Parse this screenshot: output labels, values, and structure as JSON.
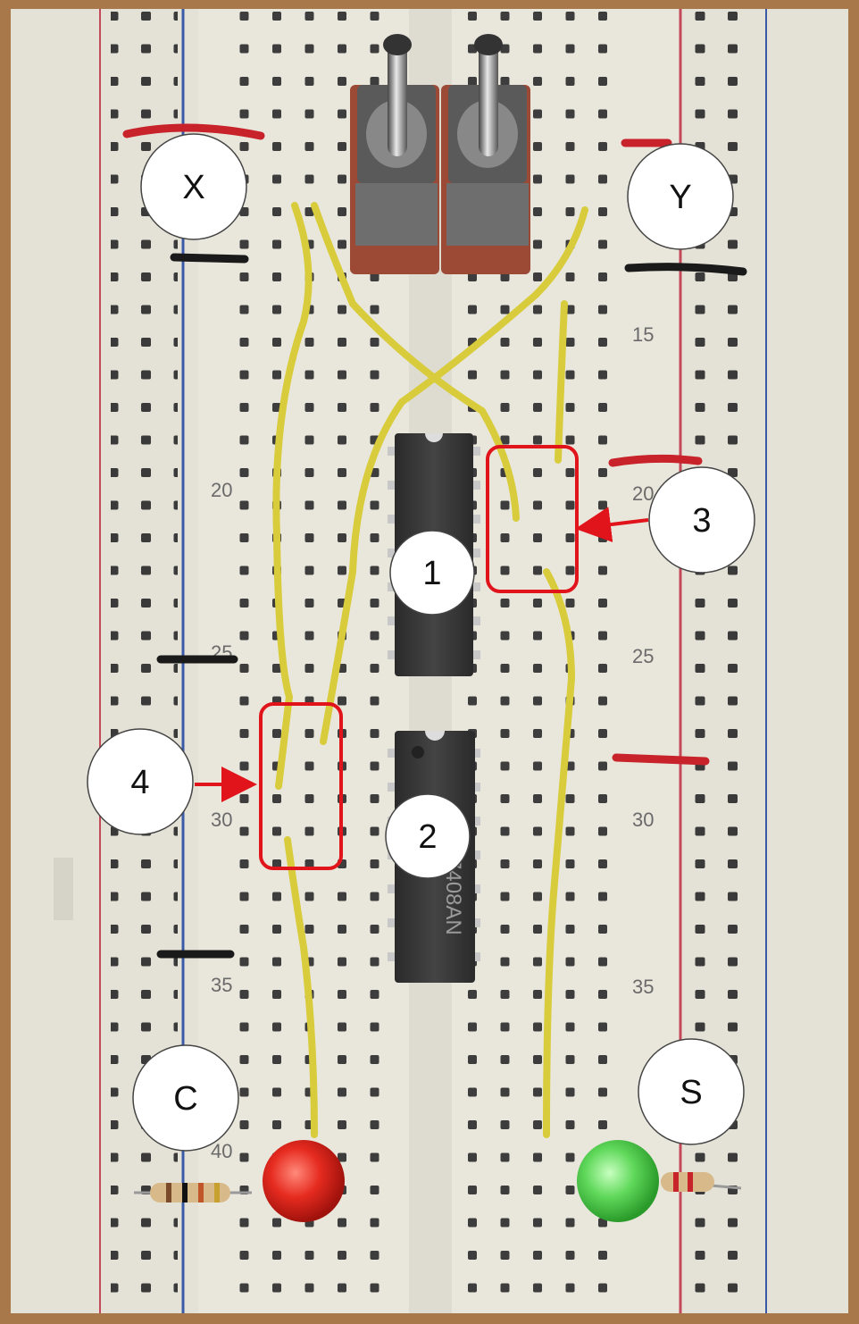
{
  "callouts": {
    "x": "X",
    "y": "Y",
    "c": "C",
    "s": "S",
    "chip1": "1",
    "chip2": "2",
    "region3": "3",
    "region4": "4"
  },
  "row_numbers": {
    "r15": "15",
    "r20": "20",
    "r25": "25",
    "r30": "30",
    "r35": "35",
    "r40": "40"
  },
  "chip_marking": "7408AN",
  "colors": {
    "background": "#a8774a",
    "board": "#e9e7dc",
    "wire": "#d8cc3c",
    "highlight": "#e0141a",
    "led_red": "#e62b20",
    "led_green": "#5fd85a",
    "chip": "#3a3a3a",
    "callout_fill": "#ffffff"
  }
}
